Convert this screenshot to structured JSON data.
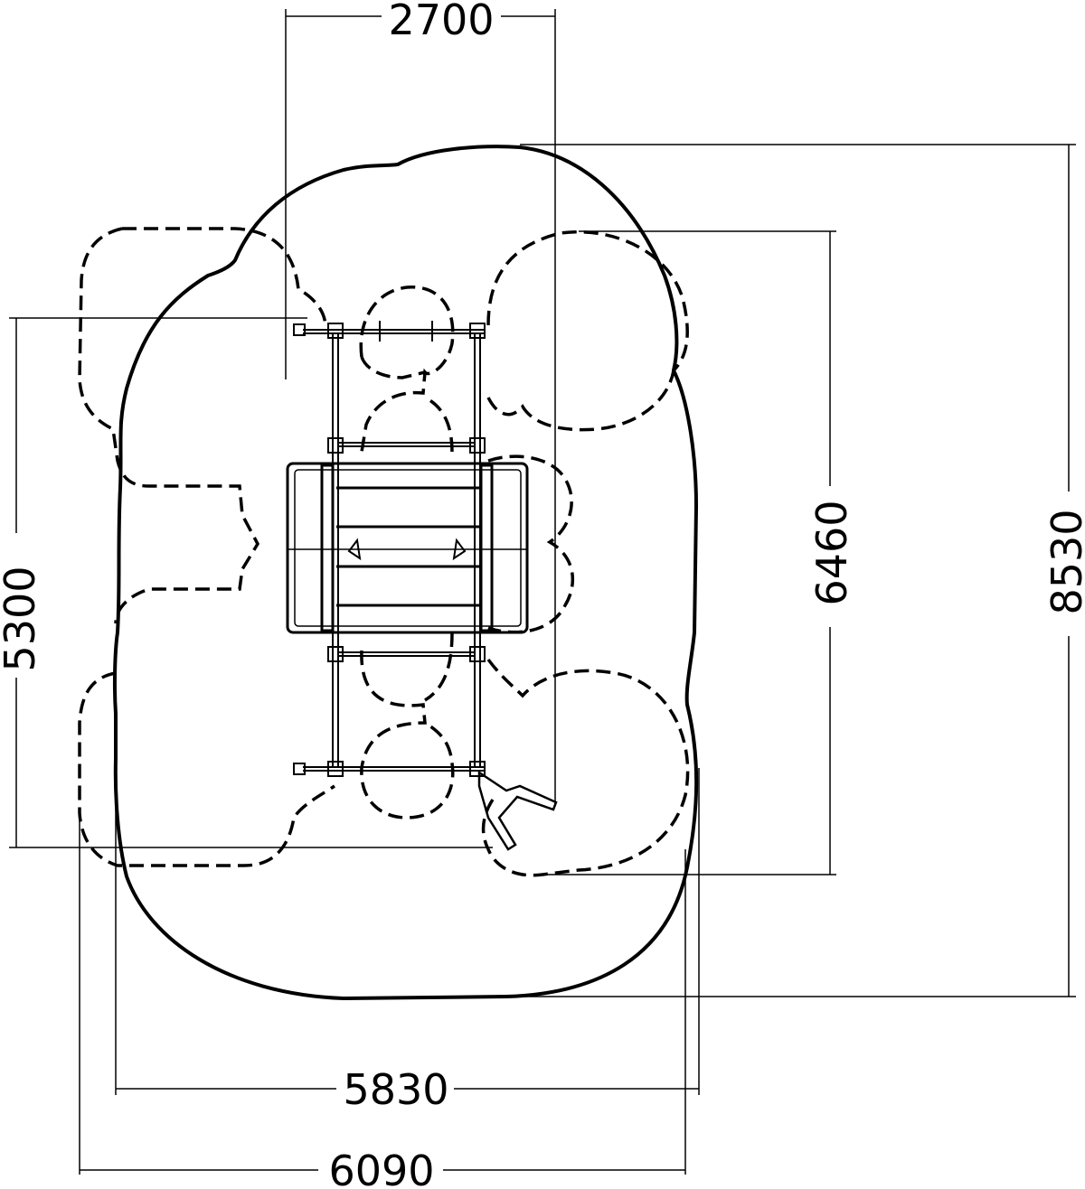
{
  "drawing": {
    "dimensions": {
      "top_width": "2700",
      "left_height": "5300",
      "inner_height": "6460",
      "outer_height": "8530",
      "inner_width": "5830",
      "outer_width": "6090"
    },
    "line_color": "#000000",
    "background_color": "#ffffff"
  }
}
